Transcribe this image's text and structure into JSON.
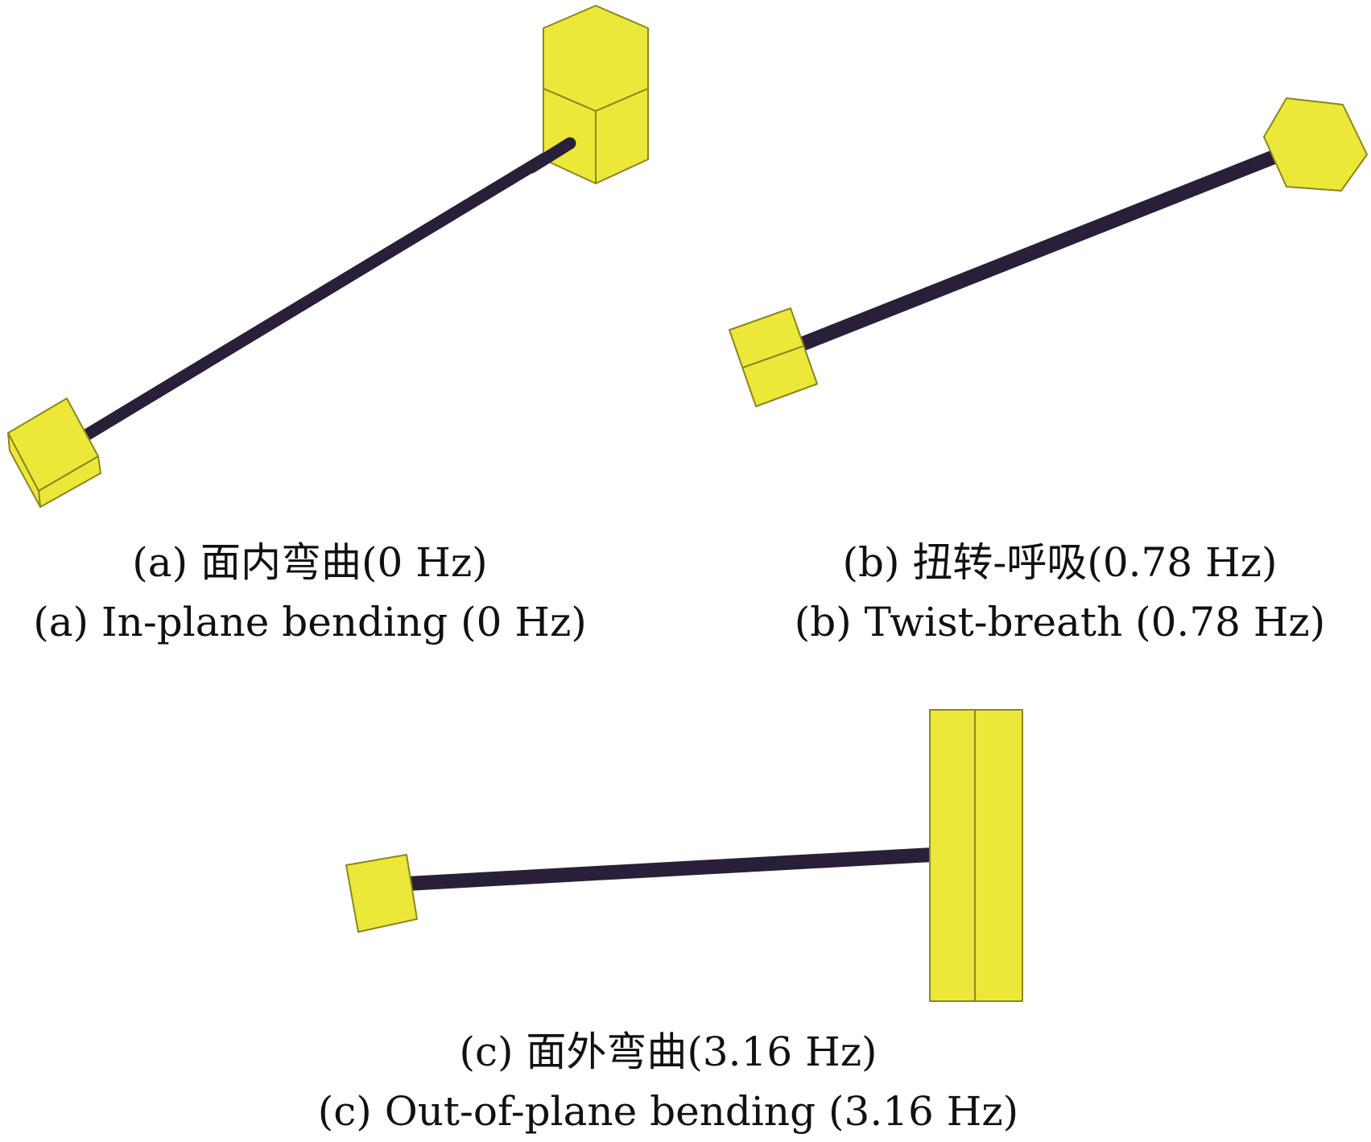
{
  "panels": [
    {
      "id": "a",
      "caption_cn": "(a) 面内弯曲(0 Hz)",
      "caption_en": "(a) In-plane bending (0 Hz)"
    },
    {
      "id": "b",
      "caption_cn": "(b) 扭转-呼吸(0.78 Hz)",
      "caption_en": "(b) Twist-breath (0.78 Hz)"
    },
    {
      "id": "c",
      "caption_cn": "(c) 面外弯曲(3.16 Hz)",
      "caption_en": "(c) Out-of-plane bending (3.16 Hz)"
    }
  ],
  "colors": {
    "block_fill": "#ece83a",
    "block_edge": "#8a8620",
    "tether": "#2a1f38"
  }
}
